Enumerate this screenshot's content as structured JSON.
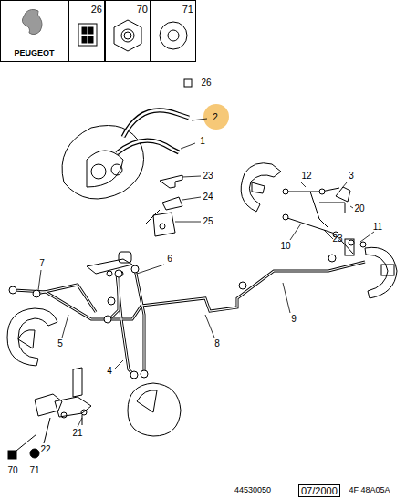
{
  "diagram": {
    "nodes": [
      {
        "text": [
          "PEUGEOT"
        ]
      },
      {
        "text": [
          "26"
        ]
      },
      {
        "text": [
          "70"
        ]
      },
      {
        "text": [
          "71"
        ]
      },
      {
        "text": [
          "07/2000"
        ]
      }
    ],
    "labels": [
      "26",
      "2",
      "1",
      "23",
      "24",
      "25",
      "12",
      "3",
      "20",
      "10",
      "23",
      "11",
      "7",
      "6",
      "5",
      "9",
      "8",
      "4",
      "21",
      "22",
      "70",
      "71",
      "44530050",
      "4F 48A05A"
    ]
  }
}
